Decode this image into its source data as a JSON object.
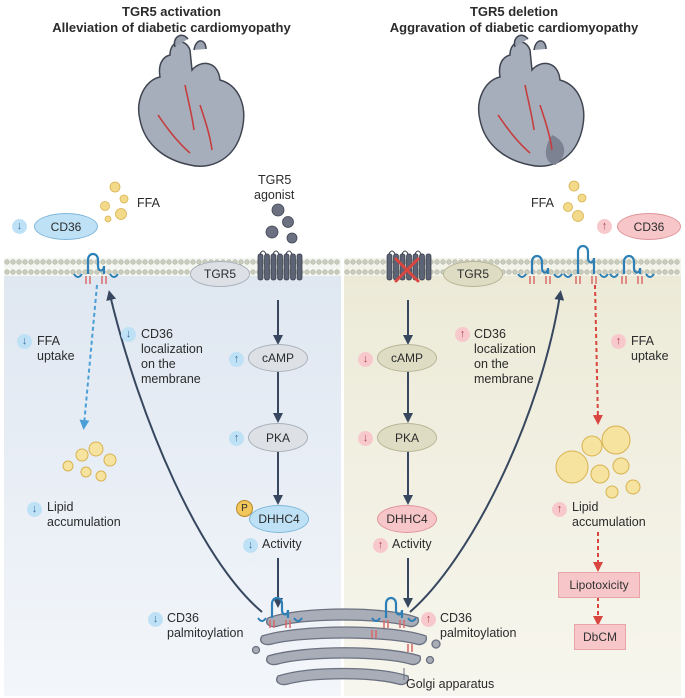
{
  "left_panel": {
    "title_line1": "TGR5 activation",
    "title_line2": "Alleviation of diabetic cardiomyopathy",
    "cd36_label": "CD36",
    "ffa_label": "FFA",
    "agonist_line1": "TGR5",
    "agonist_line2": "agonist",
    "tgr5_label": "TGR5",
    "ffa_uptake_line1": "FFA",
    "ffa_uptake_line2": "uptake",
    "cd36_loc_line1": "CD36",
    "cd36_loc_line2": "localization",
    "cd36_loc_line3": "on the",
    "cd36_loc_line4": "membrane",
    "camp_label": "cAMP",
    "pka_label": "PKA",
    "dhhc4_label": "DHHC4",
    "phospho_label": "P",
    "activity_label": "Activity",
    "lipid_line1": "Lipid",
    "lipid_line2": "accumulation",
    "palm_line1": "CD36",
    "palm_line2": "palmitoylation"
  },
  "right_panel": {
    "title_line1": "TGR5 deletion",
    "title_line2": "Aggravation of diabetic cardiomyopathy",
    "ffa_label": "FFA",
    "cd36_label": "CD36",
    "tgr5_label": "TGR5",
    "cd36_loc_line1": "CD36",
    "cd36_loc_line2": "localization",
    "cd36_loc_line3": "on the",
    "cd36_loc_line4": "membrane",
    "ffa_uptake_line1": "FFA",
    "ffa_uptake_line2": "uptake",
    "camp_label": "cAMP",
    "pka_label": "PKA",
    "dhhc4_label": "DHHC4",
    "activity_label": "Activity",
    "lipid_line1": "Lipid",
    "lipid_line2": "accumulation",
    "lipotoxicity_label": "Lipotoxicity",
    "dbcm_label": "DbCM",
    "palm_line1": "CD36",
    "palm_line2": "palmitoylation"
  },
  "golgi_label": "Golgi apparatus",
  "arrow_down": "↓",
  "arrow_up": "↑",
  "colors": {
    "left_bg": "#e4ebf3",
    "right_bg": "#efedde",
    "blue_pill": "#bfe1f6",
    "grey_pill": "#dde1e6",
    "olive_pill": "#deddc4",
    "pink_pill": "#f6c6c8",
    "navy_arrow": "#36475f",
    "red_dash": "#d9463f",
    "blue_dash": "#4a9fd6",
    "lipid_yellow": "#f3d98a"
  }
}
